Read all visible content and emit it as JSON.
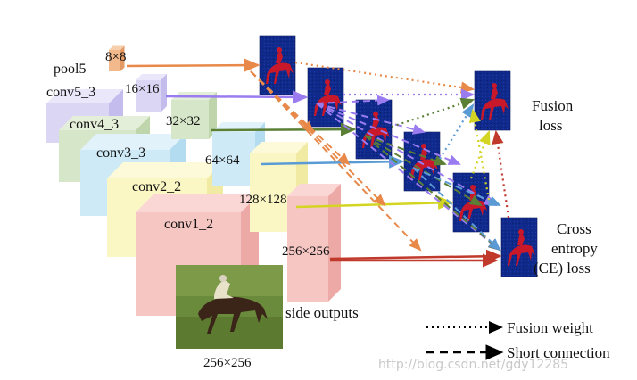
{
  "layers": [
    {
      "name": "pool5",
      "size": "8×8",
      "face": "#f2b98c",
      "side": "#e49a63",
      "top": "#f7cfad"
    },
    {
      "name": "conv5_3",
      "size": "16×16",
      "face": "#dcd6f5",
      "side": "#c4bcec",
      "top": "#ebe7fa"
    },
    {
      "name": "conv4_3",
      "size": "32×32",
      "face": "#d6e6c8",
      "side": "#bfd6ac",
      "top": "#e4efd9"
    },
    {
      "name": "conv3_3",
      "size": "64×64",
      "face": "#cfeaf7",
      "side": "#b3dcf0",
      "top": "#e1f2fa"
    },
    {
      "name": "conv2_2",
      "size": "128×128",
      "face": "#fbf7c4",
      "side": "#f1eaa2",
      "top": "#fdfad9"
    },
    {
      "name": "conv1_2",
      "size": "256×256",
      "face": "#f6c6c3",
      "side": "#eda9a5",
      "top": "#fad7d4"
    }
  ],
  "connection_colors": [
    "#e8894a",
    "#9a7bf0",
    "#5a7f35",
    "#5b9bd5",
    "#d4d422",
    "#c0392b"
  ],
  "input_size": "256×256",
  "side_outputs_label": "side outputs",
  "fusion_loss_label": [
    "Fusion",
    "loss"
  ],
  "ce_loss_label": [
    "Cross",
    "entropy",
    "(CE) loss"
  ],
  "legend": [
    {
      "label": "Fusion weight",
      "style": "dotted"
    },
    {
      "label": "Short connection",
      "style": "dashed"
    }
  ],
  "watermark": "http://blog.csdn.net/gdy12285",
  "map_colors": {
    "bg": "#102a8c",
    "horse": "#c8182a"
  }
}
